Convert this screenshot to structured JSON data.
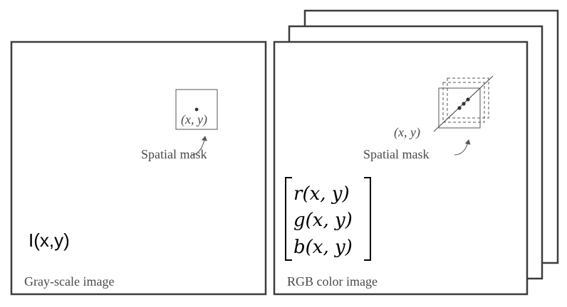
{
  "gray_panel": {
    "caption": "Gray-scale image",
    "function_label": "I(x,y)",
    "point_label": "(x, y)",
    "mask_label": "Spatial mask"
  },
  "rgb_panel": {
    "caption": "RGB color image",
    "point_label": "(x, y)",
    "mask_label": "Spatial mask",
    "matrix_rows": [
      {
        "letter": "r",
        "args": "(x, y)"
      },
      {
        "letter": "g",
        "args": "(x, y)"
      },
      {
        "letter": "b",
        "args": "(x, y)"
      }
    ]
  },
  "colors": {
    "frame": "#3c3c3c",
    "thin_line": "#555555",
    "caption_text": "#4a4a4a",
    "matrix_text": "#000000"
  }
}
